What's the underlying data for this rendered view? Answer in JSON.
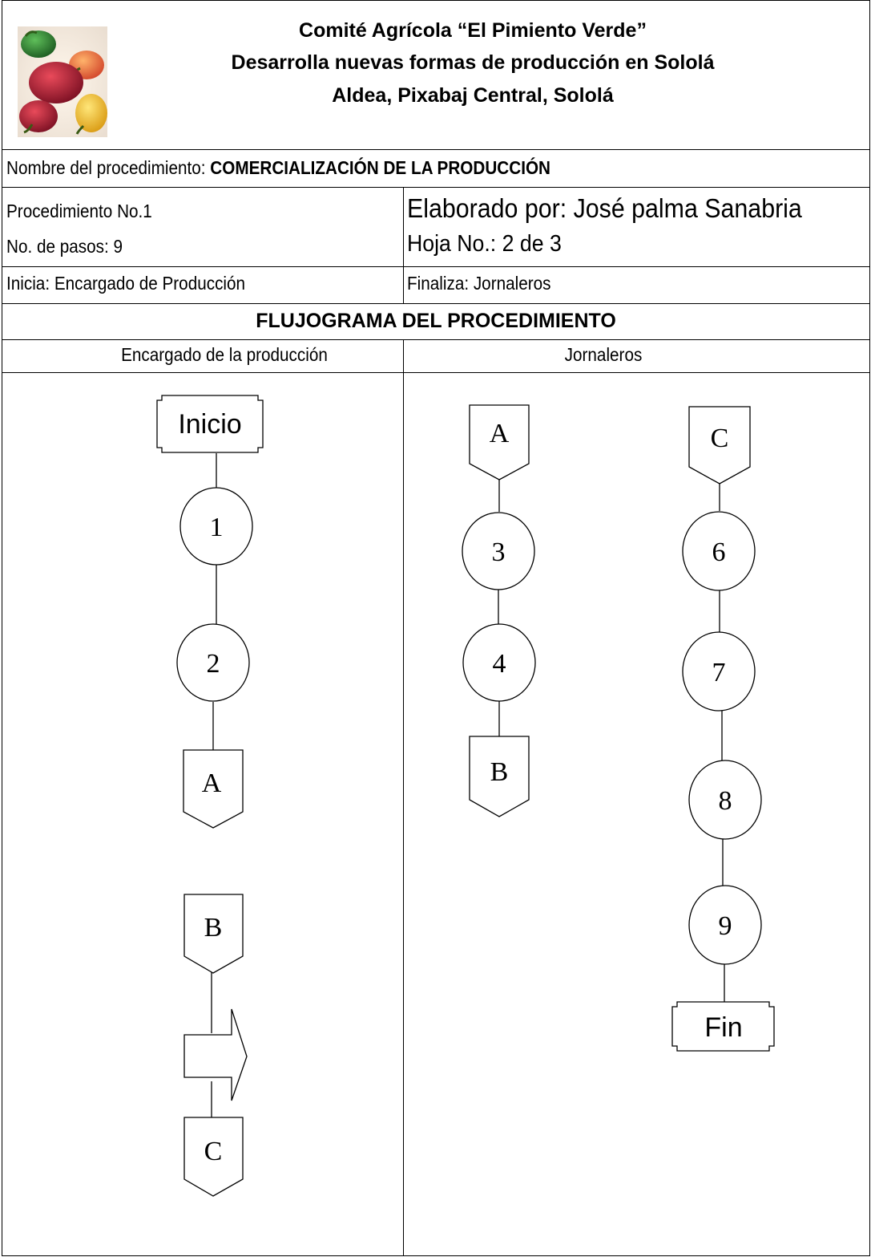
{
  "header": {
    "line1": "Comité Agrícola “El Pimiento Verde”",
    "line2": "Desarrolla nuevas formas de producción en Sololá",
    "line3": "Aldea, Pixabaj Central, Sololá"
  },
  "procedure": {
    "name_label": "Nombre del procedimiento: ",
    "name_value": "COMERCIALIZACIÓN DE LA PRODUCCIÓN",
    "number": "Procedimiento No.1",
    "steps": "No. de pasos: 9",
    "starts": "Inicia: Encargado de Producción",
    "author": "Elaborado por: José palma Sanabria",
    "sheet": "Hoja No.: 2 de 3",
    "ends": "Finaliza: Jornaleros"
  },
  "flowchart": {
    "title": "FLUJOGRAMA DEL PROCEDIMIENTO",
    "lanes": [
      "Encargado de la producción",
      "Jornaleros"
    ],
    "nodes": {
      "start": "Inicio",
      "s1": "1",
      "s2": "2",
      "s3": "3",
      "s4": "4",
      "s6": "6",
      "s7": "7",
      "s8": "8",
      "s9": "9",
      "conA": "A",
      "conB": "B",
      "conC": "C",
      "end": "Fin"
    }
  },
  "colors": {
    "line": "#000000",
    "background": "#ffffff"
  }
}
